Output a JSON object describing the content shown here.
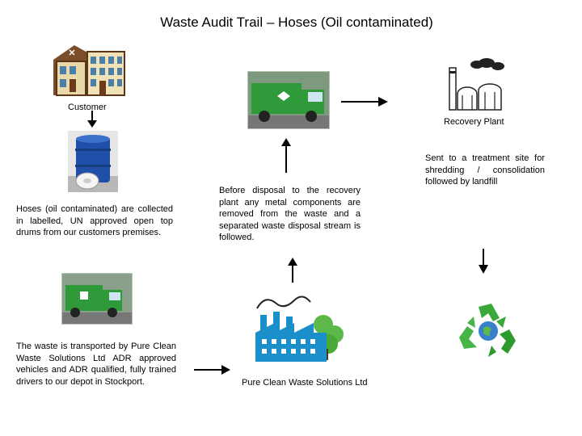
{
  "title": "Waste Audit Trail – Hoses (Oil contaminated)",
  "labels": {
    "customer": "Customer",
    "recovery_plant": "Recovery Plant",
    "pure_clean": "Pure Clean Waste Solutions Ltd"
  },
  "steps": {
    "collection": "Hoses (oil contaminated) are collected in labelled, UN approved open top drums from our customers premises.",
    "transport": "The waste is transported by Pure Clean Waste Solutions Ltd ADR approved vehicles and ADR qualified, fully trained drivers to our depot in Stockport.",
    "pre_disposal": "Before disposal to the recovery plant any metal components are removed from the waste and a separated waste disposal stream is followed.",
    "treatment": "Sent to a treatment site for shredding / consolidation followed by landfill"
  },
  "icons": {
    "customer": "customer-building-icon",
    "drum": "drum-icon",
    "truck": "truck-icon",
    "factory": "factory-icon",
    "recovery": "recovery-plant-icon",
    "recycle": "recycle-icon"
  },
  "colors": {
    "truck_green": "#2f9a3a",
    "factory_blue": "#1a8fc9",
    "recycle_green": "#3aa83a",
    "drum_blue": "#1f4fa8"
  }
}
